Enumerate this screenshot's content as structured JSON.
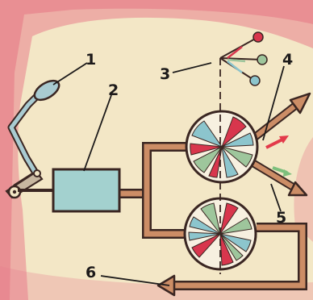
{
  "callouts": {
    "pedal": "1",
    "control_unit": "2",
    "viewing_direction": "3",
    "output_upper": "4",
    "output_lower": "5",
    "return_channel": "6"
  },
  "colors": {
    "background": "#f3e7c6",
    "border_tint": "#e87f8d",
    "channel_fill": "#cc8d66",
    "channel_outline": "#3a2622",
    "control_box": "#a3d1cf",
    "wheel_ring": "#f7f0e0",
    "sector_red": "#d8364d",
    "sector_green": "#9ec69c",
    "sector_blue": "#8cc5cd",
    "arrow_red": "#e33a4a",
    "arrow_green": "#7cbf7c",
    "lever_blue": "#a9cbd1"
  },
  "icons": {
    "pedal": "pedal-lever-icon",
    "wheel": "sector-wheel-icon",
    "view_marker": "eye-direction-icon"
  }
}
